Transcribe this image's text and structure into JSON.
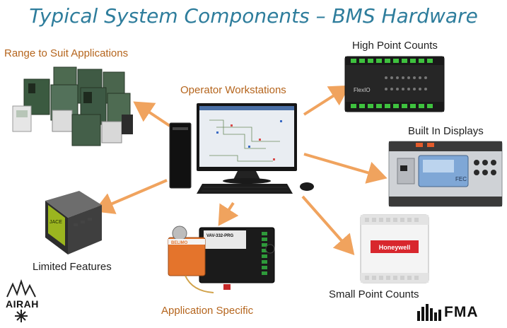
{
  "title": "Typical System Components – BMS Hardware",
  "components": {
    "range": "Range to Suit Applications",
    "operator": "Operator Workstations",
    "high_point": "High Point Counts",
    "built_in": "Built In Displays",
    "limited": "Limited Features",
    "application": "Application Specific",
    "small_point": "Small Point Counts"
  },
  "device_text": {
    "honeywell": "Honeywell",
    "vav": "VAV-332-PRG",
    "belimo": "BELIMO",
    "fec": "FEC",
    "jace": "JACE",
    "flexio": "FlexIO"
  },
  "logos": {
    "airah": "AIRAH",
    "fma": "FMA"
  },
  "colors": {
    "title": "#2e7d9c",
    "label": "#b5651d",
    "arrow": "#f0a35e"
  }
}
